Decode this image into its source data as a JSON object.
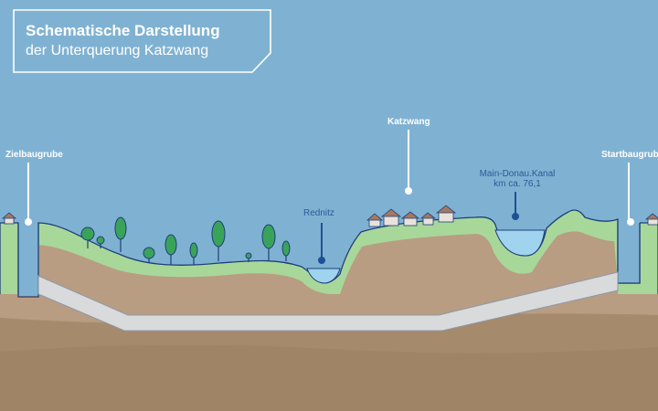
{
  "title": {
    "main": "Schematische Darstellung",
    "sub": "der Unterquerung Katzwang"
  },
  "labels": {
    "zielbaugrube": "Zielbaugrube",
    "startbaugrube": "Startbaugrube",
    "katzwang": "Katzwang",
    "rednitz": "Rednitz",
    "kanal_line1": "Main-Donau.Kanal",
    "kanal_line2": "km ca. 76,1"
  },
  "colors": {
    "sky": "#7fb2d2",
    "grass": "#a8d79a",
    "earth": "#b89d82",
    "deep_earth": "#a58a6c",
    "water": "#9fd3ee",
    "tunnel": "#d9dadb",
    "outline": "#1f3f7a",
    "tree": "#3aa35a"
  }
}
